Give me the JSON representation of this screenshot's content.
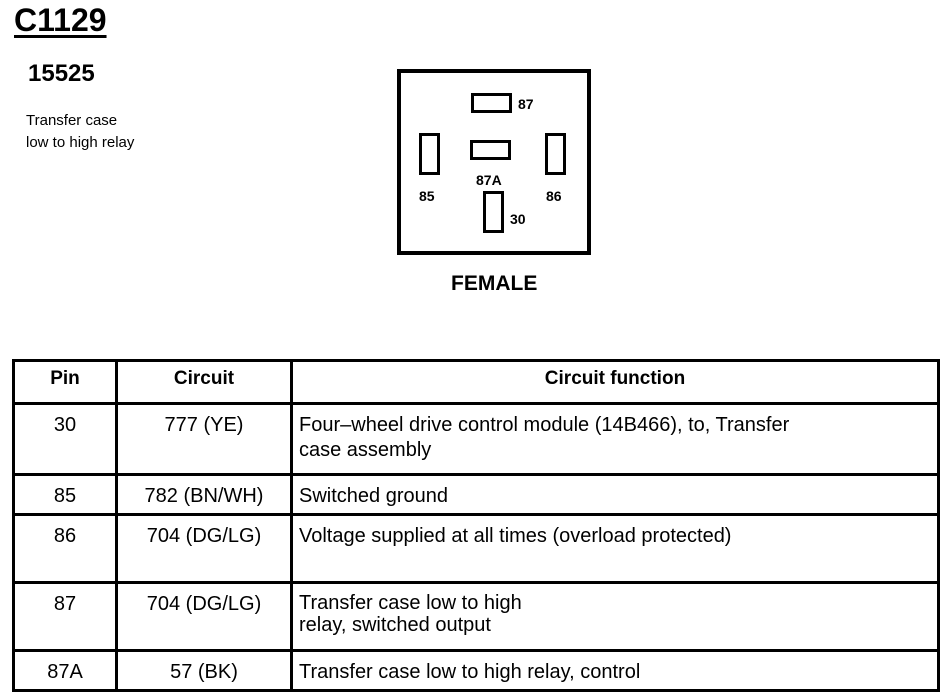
{
  "connector": {
    "id": "C1129",
    "part_number": "15525",
    "description_lines": [
      "Transfer case",
      "low to high relay"
    ],
    "gender": "FEMALE"
  },
  "diagram": {
    "terminals": {
      "t87": "87",
      "t87a": "87A",
      "t85": "85",
      "t86": "86",
      "t30": "30"
    }
  },
  "table": {
    "headers": {
      "pin": "Pin",
      "circuit": "Circuit",
      "function": "Circuit function"
    },
    "rows": [
      {
        "pin": "30",
        "circuit": "777 (YE)",
        "function": [
          "Four–wheel drive control module (14B466), to, Transfer",
          "case assembly"
        ]
      },
      {
        "pin": "85",
        "circuit": "782 (BN/WH)",
        "function": [
          "Switched ground"
        ]
      },
      {
        "pin": "86",
        "circuit": "704 (DG/LG)",
        "function": [
          "Voltage supplied at all times (overload protected)"
        ]
      },
      {
        "pin": "87",
        "circuit": "704 (DG/LG)",
        "function": [
          "Transfer case low to high",
          "relay, switched output"
        ]
      },
      {
        "pin": "87A",
        "circuit": "57 (BK)",
        "function": [
          "Transfer case low to high relay, control"
        ]
      }
    ]
  }
}
